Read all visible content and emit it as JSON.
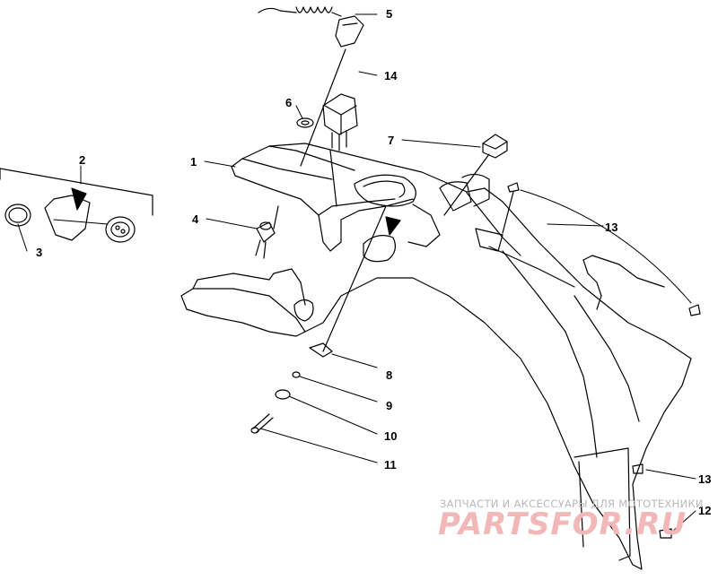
{
  "callouts": [
    {
      "id": "1",
      "label": "1"
    },
    {
      "id": "2",
      "label": "2"
    },
    {
      "id": "3",
      "label": "3"
    },
    {
      "id": "4",
      "label": "4"
    },
    {
      "id": "5",
      "label": "5"
    },
    {
      "id": "6",
      "label": "6"
    },
    {
      "id": "7",
      "label": "7"
    },
    {
      "id": "8",
      "label": "8"
    },
    {
      "id": "9",
      "label": "9"
    },
    {
      "id": "10",
      "label": "10"
    },
    {
      "id": "11",
      "label": "11"
    },
    {
      "id": "12",
      "label": "12"
    },
    {
      "id": "13a",
      "label": "13"
    },
    {
      "id": "13b",
      "label": "13"
    },
    {
      "id": "14",
      "label": "14"
    }
  ],
  "watermark": {
    "tagline": "ЗАПЧАСТИ И АКСЕССУАРЫ ДЛЯ МОТОТЕХНИКИ",
    "brand": "PARTSFOR.RU"
  },
  "colors": {
    "line": "#000000",
    "background": "#ffffff",
    "watermark_text": "#b9b9b9",
    "watermark_brand": "#f2b8b8"
  }
}
